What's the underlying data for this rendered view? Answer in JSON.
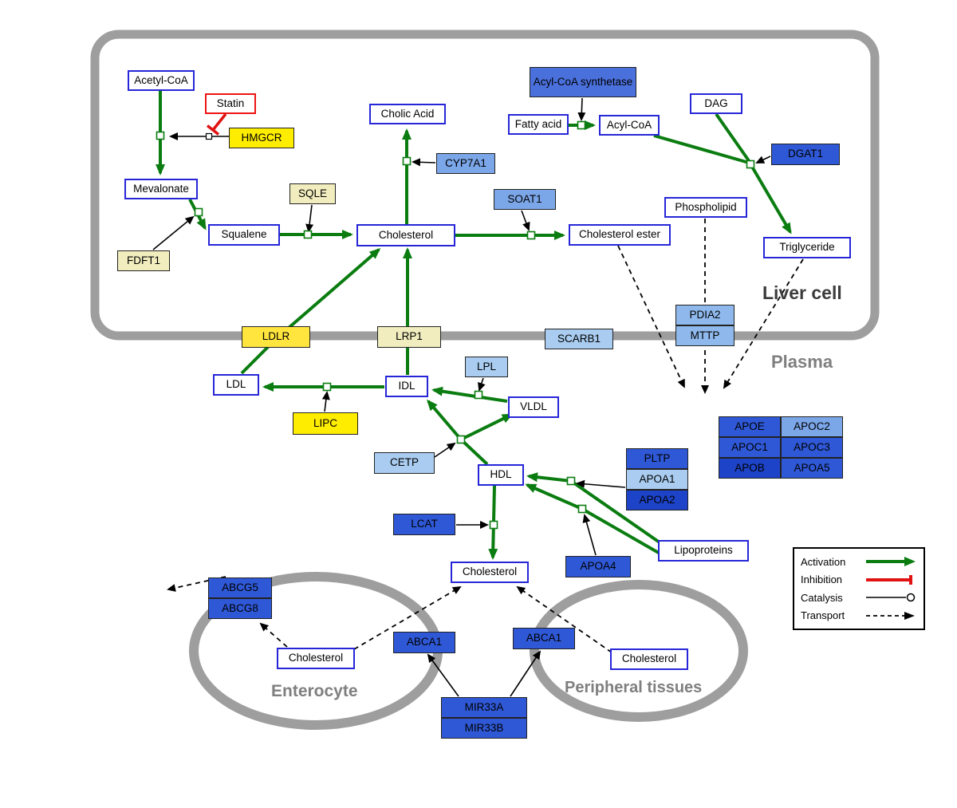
{
  "regions": {
    "liver_cell": "Liver cell",
    "plasma": "Plasma",
    "enterocyte": "Enterocyte",
    "peripheral_tissues": "Peripheral tissues"
  },
  "nodes": {
    "acetyl_coa": "Acetyl-CoA",
    "statin": "Statin",
    "hmgcr": "HMGCR",
    "mevalonate": "Mevalonate",
    "sqle": "SQLE",
    "fdft1": "FDFT1",
    "squalene": "Squalene",
    "cholesterol_liver": "Cholesterol",
    "cholic_acid": "Cholic Acid",
    "cyp7a1": "CYP7A1",
    "soat1": "SOAT1",
    "cholesterol_ester": "Cholesterol ester",
    "acyl_coa_synthetase": "Acyl-CoA synthetase",
    "fatty_acid": "Fatty acid",
    "acyl_coa": "Acyl-CoA",
    "dag": "DAG",
    "dgat1": "DGAT1",
    "phospholipid": "Phospholipid",
    "triglyceride": "Triglyceride",
    "ldlr": "LDLR",
    "lrp1": "LRP1",
    "scarb1": "SCARB1",
    "pdia2": "PDIA2",
    "mttp": "MTTP",
    "ldl": "LDL",
    "idl": "IDL",
    "lpl": "LPL",
    "vldl": "VLDL",
    "lipc": "LIPC",
    "cetp": "CETP",
    "hdl": "HDL",
    "pltp": "PLTP",
    "apoa1": "APOA1",
    "apoa2": "APOA2",
    "apoe": "APOE",
    "apoc2": "APOC2",
    "apoc1": "APOC1",
    "apoc3": "APOC3",
    "apob": "APOB",
    "apoa5": "APOA5",
    "lcat": "LCAT",
    "apoa4": "APOA4",
    "lipoproteins": "Lipoproteins",
    "cholesterol_plasma": "Cholesterol",
    "abcg5": "ABCG5",
    "abcg8": "ABCG8",
    "cholesterol_enterocyte": "Cholesterol",
    "abca1_enterocyte": "ABCA1",
    "abca1_peripheral": "ABCA1",
    "cholesterol_peripheral": "Cholesterol",
    "mir33a": "MIR33A",
    "mir33b": "MIR33B"
  },
  "legend": {
    "activation": "Activation",
    "inhibition": "Inhibition",
    "catalysis": "Catalysis",
    "transport": "Transport"
  },
  "colors": {
    "activation_green": "#0a7c10",
    "inhibition_red": "#e11212",
    "membrane_gray": "#9e9e9e",
    "metabolite_border_blue": "#2626d8",
    "gene_yellow": "#ffed00",
    "gene_gold": "#ffe53e",
    "gene_pale_yellow": "#f1edbe",
    "gene_blue_dark": "#1d43c8",
    "gene_blue": "#2f58d6",
    "gene_blue_royal": "#4a70dc",
    "gene_blue_light": "#7ba6e8",
    "gene_blue_pale": "#a9ccf0"
  },
  "edges": [
    {
      "from": "Acetyl-CoA",
      "to": "Mevalonate",
      "type": "conversion"
    },
    {
      "from": "HMGCR",
      "to": "Acetyl-CoA -> Mevalonate",
      "type": "catalysis"
    },
    {
      "from": "Statin",
      "to": "HMGCR catalysis",
      "type": "inhibition"
    },
    {
      "from": "Mevalonate",
      "to": "Squalene",
      "type": "conversion"
    },
    {
      "from": "FDFT1",
      "to": "Mevalonate -> Squalene",
      "type": "catalysis"
    },
    {
      "from": "Squalene",
      "to": "Cholesterol",
      "type": "conversion"
    },
    {
      "from": "SQLE",
      "to": "Squalene -> Cholesterol",
      "type": "catalysis"
    },
    {
      "from": "Cholesterol",
      "to": "Cholic Acid",
      "type": "conversion"
    },
    {
      "from": "CYP7A1",
      "to": "Cholesterol -> Cholic Acid",
      "type": "catalysis"
    },
    {
      "from": "Cholesterol",
      "to": "Cholesterol ester",
      "type": "conversion"
    },
    {
      "from": "SOAT1",
      "to": "Cholesterol -> Cholesterol ester",
      "type": "catalysis"
    },
    {
      "from": "Fatty acid",
      "to": "Acyl-CoA",
      "type": "conversion"
    },
    {
      "from": "Acyl-CoA synthetase",
      "to": "Fatty acid -> Acyl-CoA",
      "type": "catalysis"
    },
    {
      "from": "Acyl-CoA + DAG",
      "to": "Triglyceride",
      "type": "conversion"
    },
    {
      "from": "DGAT1",
      "to": "Acyl-CoA + DAG -> Triglyceride",
      "type": "catalysis"
    },
    {
      "from": "LDL",
      "to": "Cholesterol",
      "via": "LDLR",
      "type": "activation"
    },
    {
      "from": "IDL",
      "to": "Cholesterol",
      "via": "LRP1",
      "type": "activation"
    },
    {
      "from": "IDL",
      "to": "LDL",
      "type": "conversion"
    },
    {
      "from": "LIPC",
      "to": "IDL -> LDL",
      "type": "catalysis"
    },
    {
      "from": "VLDL",
      "to": "IDL",
      "type": "conversion"
    },
    {
      "from": "LPL",
      "to": "VLDL -> IDL",
      "type": "catalysis"
    },
    {
      "from": "HDL",
      "to": "IDL / VLDL",
      "type": "conversion"
    },
    {
      "from": "CETP",
      "to": "HDL <-> IDL/VLDL",
      "type": "catalysis"
    },
    {
      "from": "HDL",
      "to": "Cholesterol (plasma)",
      "type": "conversion"
    },
    {
      "from": "LCAT",
      "to": "HDL -> Cholesterol",
      "type": "catalysis"
    },
    {
      "from": "Lipoproteins",
      "to": "HDL",
      "type": "conversion"
    },
    {
      "from": "APOA4",
      "to": "Lipoproteins -> HDL",
      "type": "catalysis"
    },
    {
      "from": "PLTP/APOA1/APOA2",
      "to": "Lipoproteins -> HDL",
      "type": "catalysis"
    },
    {
      "from": "Cholesterol ester",
      "to": "plasma",
      "type": "transport"
    },
    {
      "from": "Phospholipid",
      "to": "plasma",
      "type": "transport"
    },
    {
      "from": "Triglyceride",
      "to": "plasma",
      "type": "transport"
    },
    {
      "from": "Cholesterol (enterocyte)",
      "to": "Cholesterol (plasma)",
      "via": "ABCA1",
      "type": "transport"
    },
    {
      "from": "Cholesterol (peripheral)",
      "to": "Cholesterol (plasma)",
      "via": "ABCA1",
      "type": "transport"
    },
    {
      "from": "Cholesterol (enterocyte)",
      "to": "extracellular",
      "via": "ABCG5/ABCG8",
      "type": "transport"
    },
    {
      "from": "MIR33A/MIR33B",
      "to": "ABCA1",
      "type": "regulation"
    }
  ]
}
